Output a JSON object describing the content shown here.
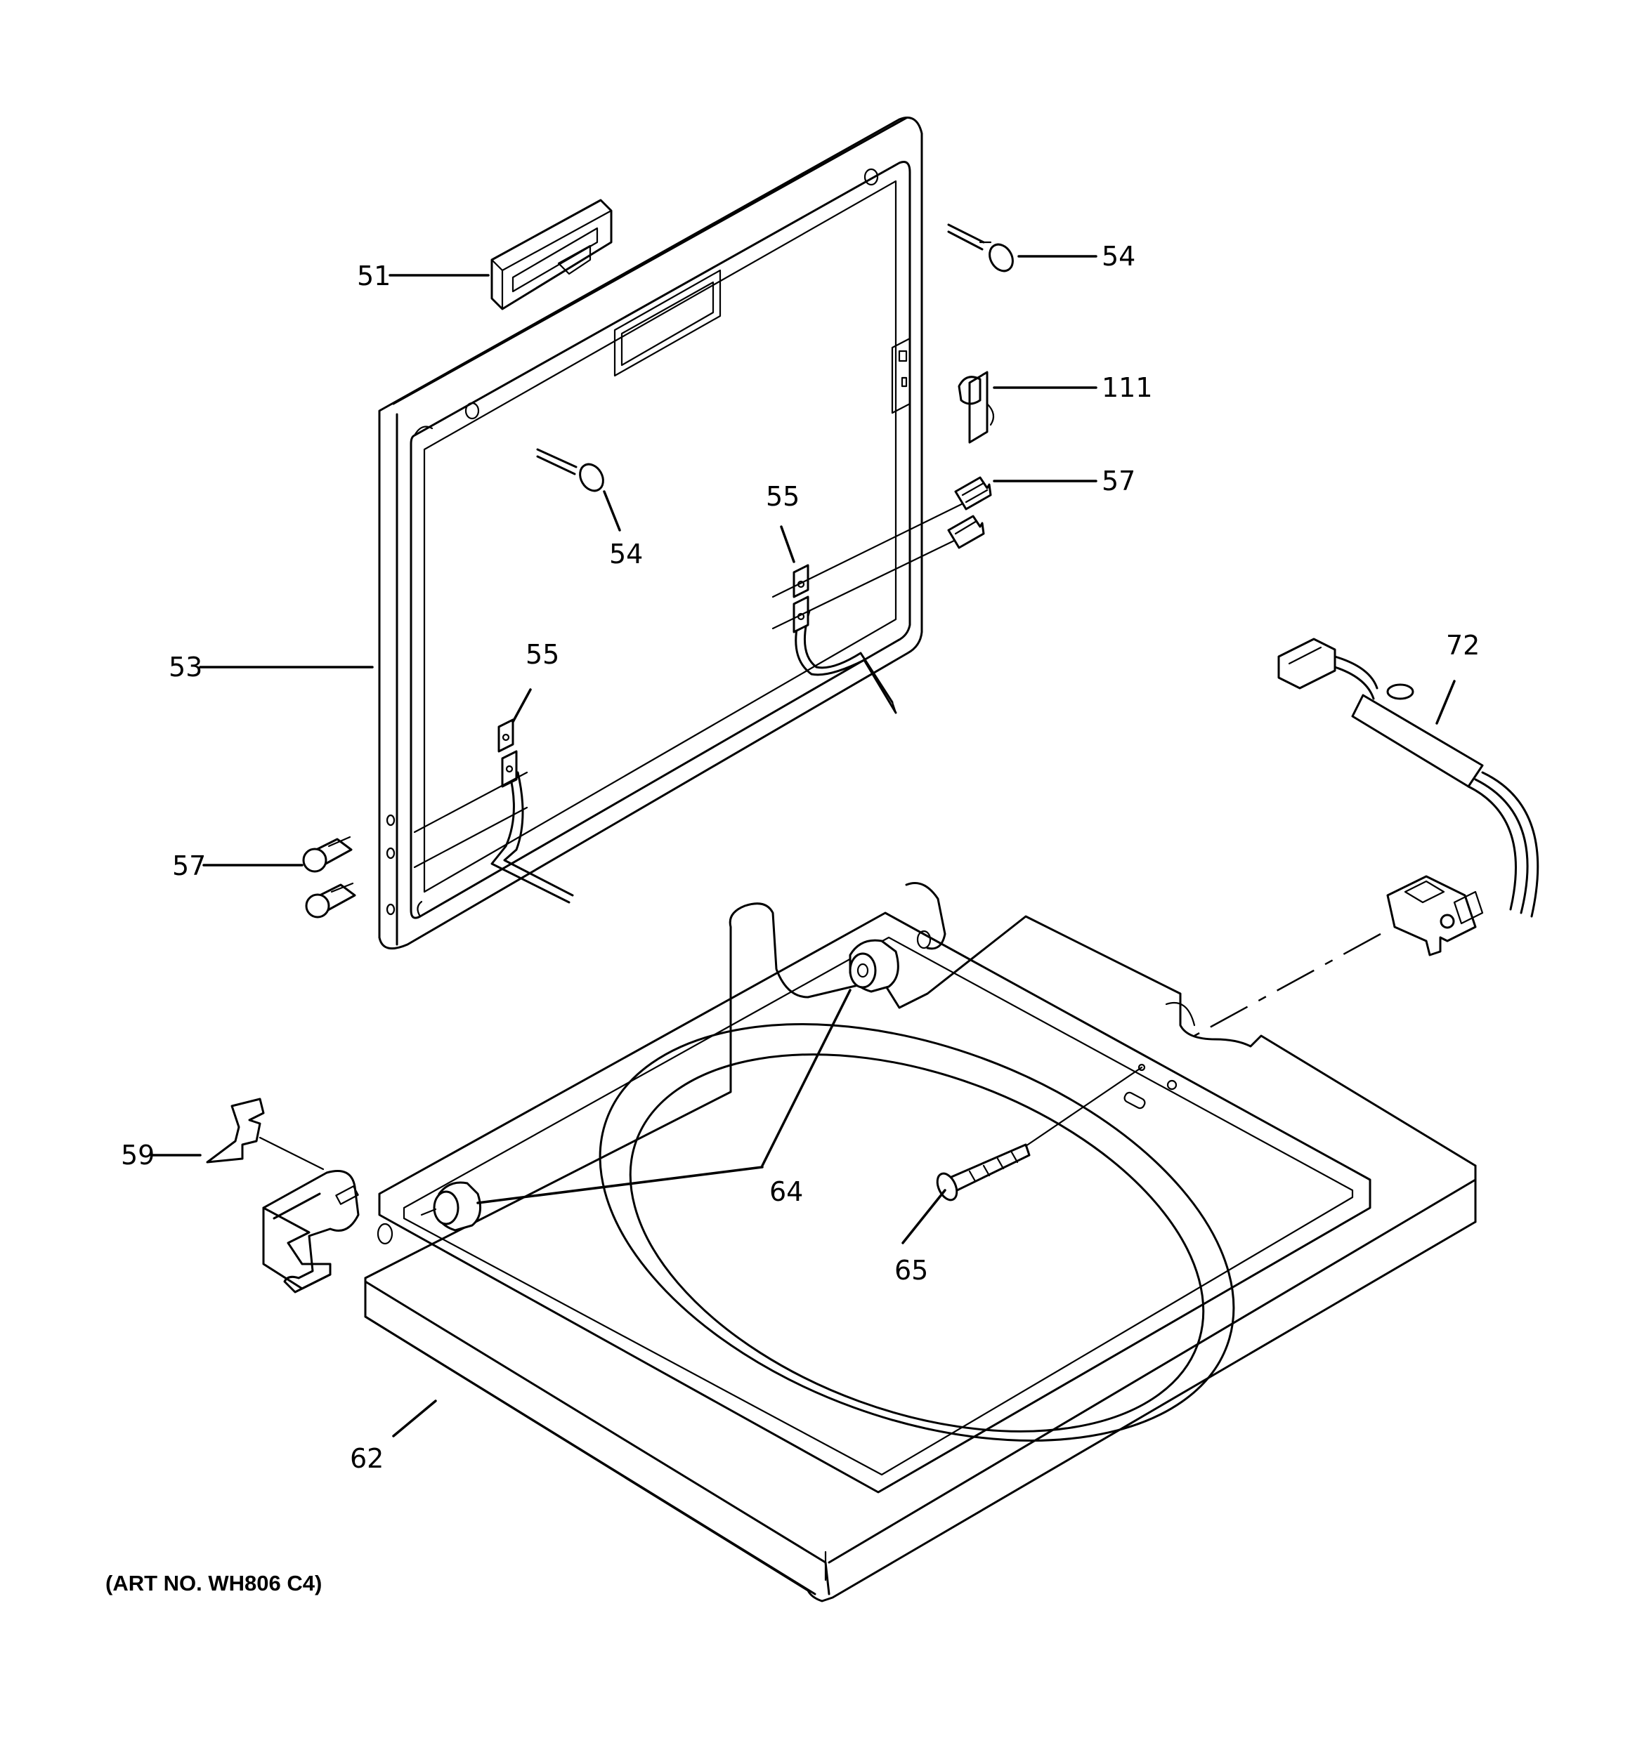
{
  "callouts": {
    "c51": "51",
    "c54a": "54",
    "c54b": "54",
    "c111": "111",
    "c57a": "57",
    "c55a": "55",
    "c55b": "55",
    "c53": "53",
    "c57b": "57",
    "c72": "72",
    "c59": "59",
    "c64": "64",
    "c65": "65",
    "c62": "62"
  },
  "art_number": "(ART NO. WH806 C4)"
}
